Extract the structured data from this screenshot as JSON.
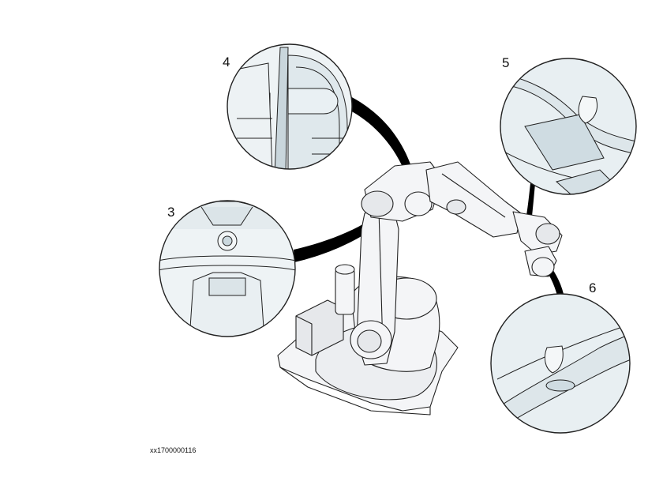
{
  "callouts": [
    {
      "label": "4"
    },
    {
      "label": "5"
    },
    {
      "label": "3"
    },
    {
      "label": "6"
    }
  ],
  "figure_id": "xx1700000116",
  "colors": {
    "stroke": "#222222",
    "body": "#f4f5f7",
    "detail_fill": "#dfe8ec",
    "leader": "#000000"
  }
}
